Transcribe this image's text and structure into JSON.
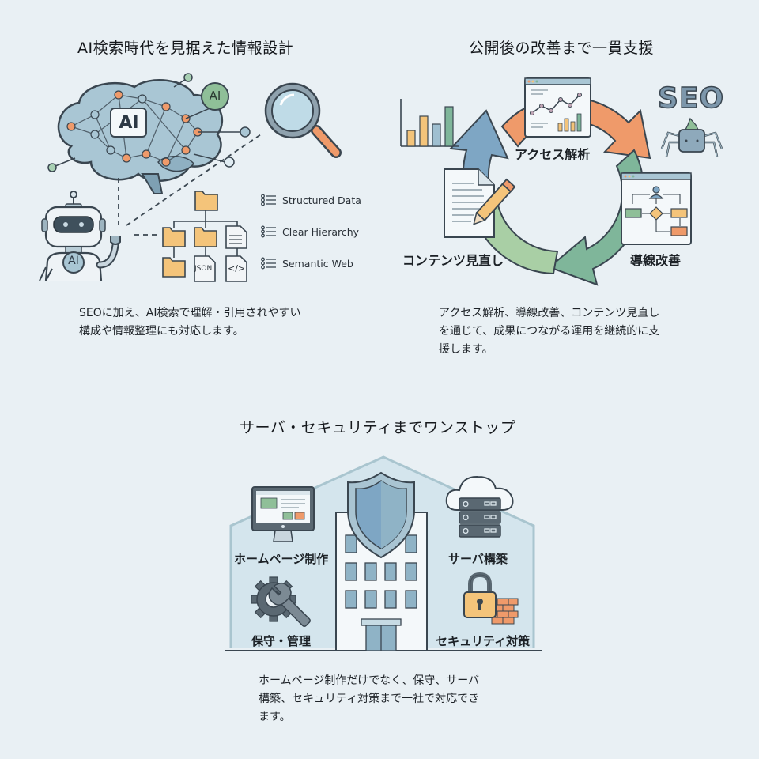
{
  "sections": {
    "ai_search": {
      "title": "AI検索時代を見据えた情報設計",
      "description_lines": [
        "SEOに加え、AI検索で理解・引用されやすい",
        "構成や情報整理にも対応します。"
      ],
      "illustration": {
        "brain_badge": "AI",
        "small_badge": "AI",
        "robot_badge": "AI",
        "file_labels": [
          "JSON",
          "</>"
        ],
        "list_items": [
          "Structured Data",
          "Clear Hierarchy",
          "Semantic Web"
        ],
        "icons": [
          "brain-network-icon",
          "magnifier-icon",
          "robot-icon",
          "folder-tree-icon",
          "list-icon"
        ]
      }
    },
    "improvement": {
      "title": "公開後の改善まで一貫支援",
      "description_lines": [
        "アクセス解析、導線改善、コンテンツ見直し",
        "を通じて、成果につながる運用を継続的に支",
        "援します。"
      ],
      "cycle_labels": [
        "アクセス解析",
        "導線改善",
        "コンテンツ見直し"
      ],
      "seo_badge": "SEO",
      "icons": [
        "bar-chart-icon",
        "analytics-window-icon",
        "flowchart-window-icon",
        "document-pencil-icon",
        "spider-bot-icon",
        "cycle-arrows-icon"
      ]
    },
    "one_stop": {
      "title": "サーバ・セキュリティまでワンストップ",
      "description_lines": [
        "ホームページ制作だけでなく、保守、サーバ",
        "構築、セキュリティ対策まで一社で対応でき",
        "ます。"
      ],
      "service_labels": [
        "ホームページ制作",
        "サーバ構築",
        "保守・管理",
        "セキュリティ対策"
      ],
      "icons": [
        "monitor-icon",
        "cloud-server-icon",
        "gear-wrench-icon",
        "padlock-firewall-icon",
        "shield-building-icon"
      ]
    }
  },
  "colors": {
    "background": "#e9f0f4",
    "stroke": "#3a4650",
    "blue": "#8fb3c6",
    "orange": "#ef9a6a",
    "green": "#7fb69a",
    "yellow": "#f4c47a"
  }
}
